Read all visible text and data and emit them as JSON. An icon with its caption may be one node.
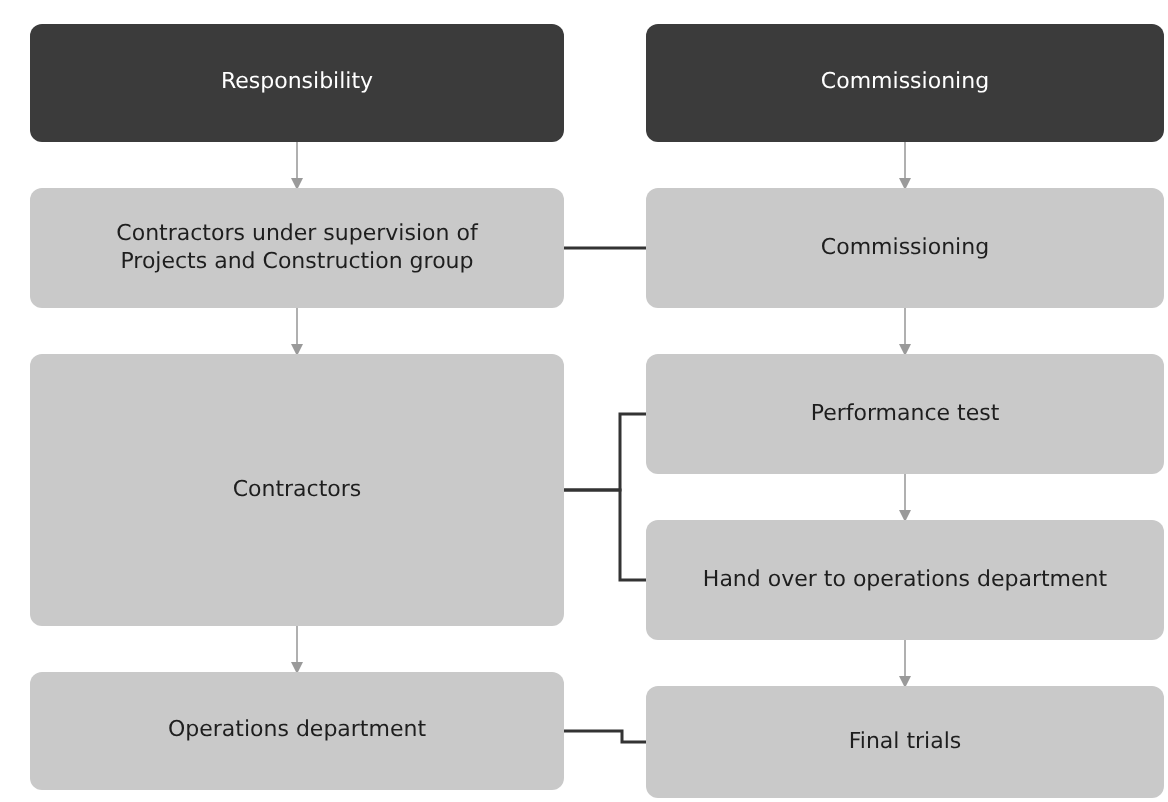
{
  "diagram": {
    "nodes": [
      {
        "text": [
          "Responsibility"
        ]
      },
      {
        "text": [
          "Commissioning"
        ]
      },
      {
        "text": [
          "Contractors under supervision of Projects and Construction group"
        ]
      },
      {
        "text": [
          "Commissioning"
        ]
      },
      {
        "text": [
          "Contractors"
        ]
      },
      {
        "text": [
          "Performance test"
        ]
      },
      {
        "text": [
          "Hand over to operations department"
        ]
      },
      {
        "text": [
          "Operations department"
        ]
      },
      {
        "text": [
          "Final trials"
        ]
      }
    ],
    "edges": [
      {
        "from": 0,
        "to": 2,
        "arrow": "to"
      },
      {
        "from": 2,
        "to": 4,
        "arrow": "to"
      },
      {
        "from": 4,
        "to": 7,
        "arrow": "to"
      },
      {
        "from": 1,
        "to": 3,
        "arrow": "to"
      },
      {
        "from": 3,
        "to": 5,
        "arrow": "to"
      },
      {
        "from": 5,
        "to": 6,
        "arrow": "to"
      },
      {
        "from": 6,
        "to": 8,
        "arrow": "to"
      },
      {
        "from": 2,
        "to": 3,
        "arrow": "none",
        "color": "#333333"
      },
      {
        "from": 4,
        "to": 5,
        "arrow": "none",
        "color": "#333333"
      },
      {
        "from": 4,
        "to": 6,
        "arrow": "none",
        "color": "#333333"
      },
      {
        "from": 7,
        "to": 8,
        "arrow": "none",
        "color": "#333333"
      }
    ]
  }
}
